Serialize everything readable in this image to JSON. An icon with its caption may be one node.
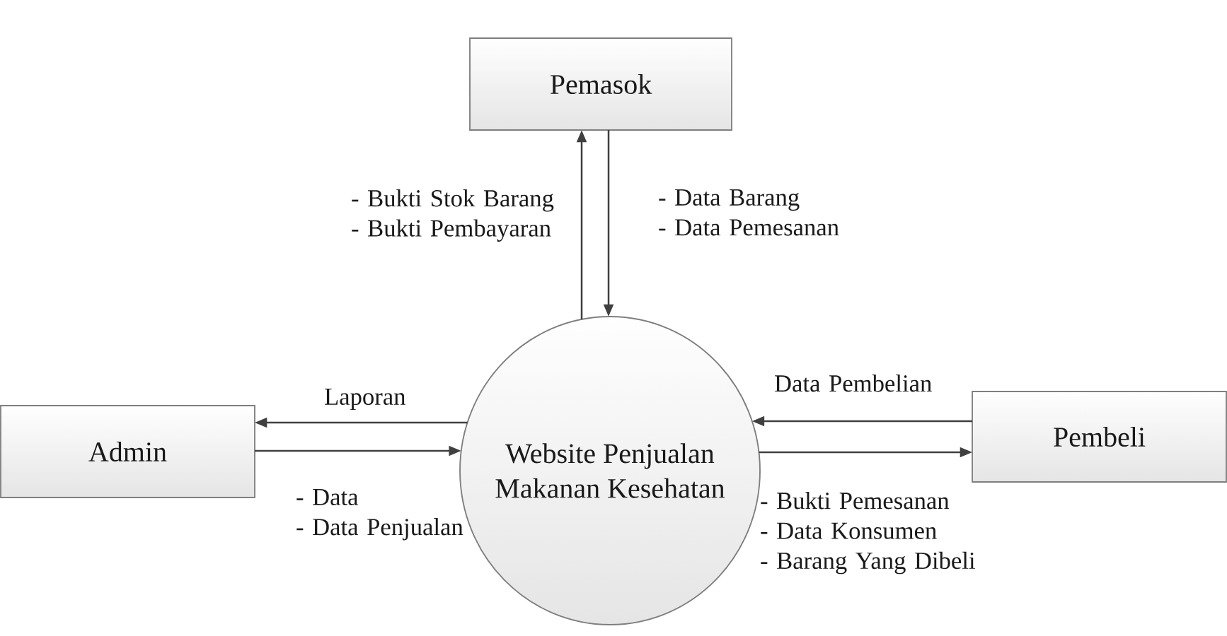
{
  "diagram": {
    "nodes": [
      {
        "text": [
          "Pemasok"
        ]
      },
      {
        "text": [
          "Admin"
        ]
      },
      {
        "text": [
          "Website Penjualan Makanan Kesehatan"
        ]
      },
      {
        "text": [
          "Pembeli"
        ]
      }
    ],
    "edges": [
      {
        "from": 2,
        "to": 0,
        "arrow": "to",
        "label": "- Bukti Stok Barang - Bukti Pembayaran"
      },
      {
        "from": 0,
        "to": 2,
        "arrow": "to",
        "label": "- Data Barang - Data Pemesanan"
      },
      {
        "from": 2,
        "to": 1,
        "arrow": "to",
        "label": "Laporan"
      },
      {
        "from": 1,
        "to": 2,
        "arrow": "to",
        "label": "- Data - Data Penjualan"
      },
      {
        "from": 3,
        "to": 2,
        "arrow": "to",
        "label": "Data Pembelian"
      },
      {
        "from": 2,
        "to": 3,
        "arrow": "to",
        "label": "- Bukti Pemesanan - Data Konsumen - Barang Yang Dibeli"
      }
    ]
  }
}
